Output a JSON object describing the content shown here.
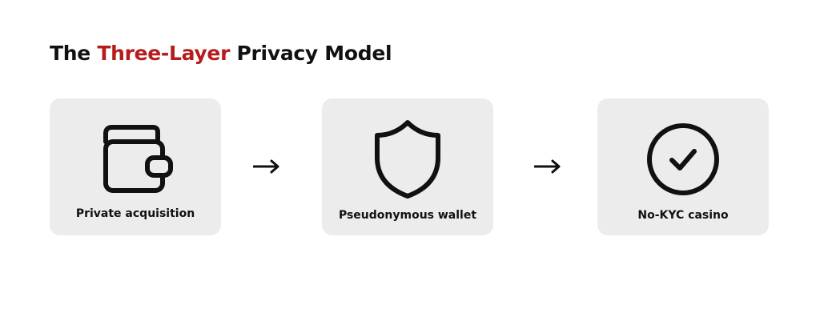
{
  "title": {
    "before": "The ",
    "highlight": "Three-Layer",
    "after": " Privacy Model",
    "highlight_color": "#b51d1d"
  },
  "steps": [
    {
      "label": "Private acquisition",
      "icon": "wallet-icon"
    },
    {
      "label": "Pseudonymous wallet",
      "icon": "shield-icon"
    },
    {
      "label": "No-KYC casino",
      "icon": "check-circle-icon"
    }
  ],
  "connector_icon": "arrow-right-icon",
  "colors": {
    "card_background": "#ececec",
    "text": "#111111"
  }
}
